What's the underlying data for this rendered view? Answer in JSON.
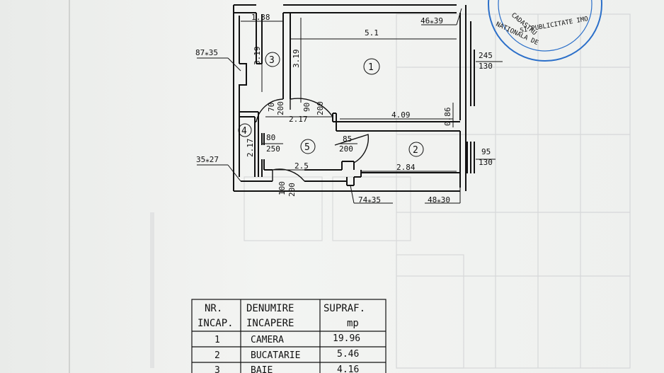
{
  "floor_plan": {
    "dimensions": {
      "d_1_38": "1.38",
      "d_5_1": "5.1",
      "d_46x39": "46⁎39",
      "d_87x35": "87⁎35",
      "d_3_19_a": "3.19",
      "d_3_19_b": "3.19",
      "d_245": "245",
      "d_130_a": "130",
      "d_70": "70",
      "d_200_a": "200",
      "d_90": "90",
      "d_200_b": "200",
      "d_2_17_h": "2.17",
      "d_4_09": "4.09",
      "d_0_86": "0.86",
      "d_80": "80",
      "d_250": "250",
      "d_2_17_v": "2.17",
      "d_85": "85",
      "d_200_c": "200",
      "d_95": "95",
      "d_130_b": "130",
      "d_35x27": "35⁎27",
      "d_2_5": "2.5",
      "d_2_84": "2.84",
      "d_100": "100",
      "d_200_d": "200",
      "d_74x35": "74⁎35",
      "d_48x30": "48⁎30"
    },
    "rooms": [
      "1",
      "2",
      "3",
      "4",
      "5"
    ]
  },
  "stamp": {
    "text_1": "CADASTRU",
    "text_2": "NATIONALA DE",
    "text_3": "SI PUBLICITATE IMO"
  },
  "table": {
    "headers": [
      [
        "NR.",
        "INCAP."
      ],
      [
        "DENUMIRE",
        "INCAPERE"
      ],
      [
        "SUPRAF.",
        "mp"
      ]
    ],
    "rows": [
      {
        "nr": "1",
        "name": "CAMERA",
        "area": "19.96"
      },
      {
        "nr": "2",
        "name": "BUCATARIE",
        "area": "5.46"
      },
      {
        "nr": "3",
        "name": "BAIE",
        "area": "4.16"
      }
    ]
  }
}
